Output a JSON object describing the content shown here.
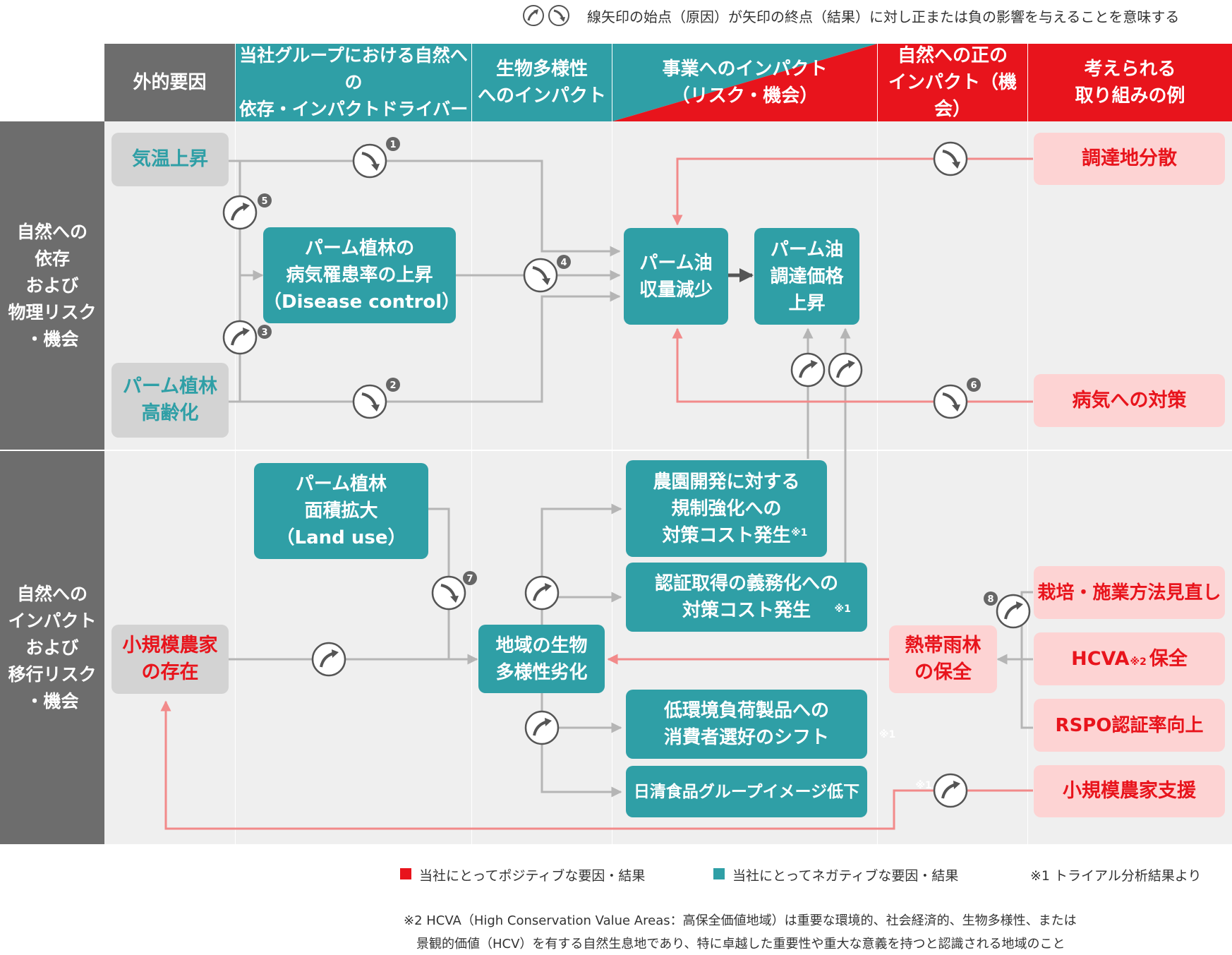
{
  "top_legend": {
    "text": "線矢印の始点（原因）が矢印の終点（結果）に対し正または負の影響を与えることを意味する",
    "icons": [
      "positive-arrow-icon",
      "negative-arrow-icon"
    ]
  },
  "headers": [
    "外的要因",
    "当社グループにおける自然への\n依存・インパクトドライバー",
    "生物多様性\nへのインパクト",
    "事業へのインパクト\n（リスク・機会）",
    "自然への正の\nインパクト（機会）",
    "考えられる\n取り組みの例"
  ],
  "row_labels": [
    "自然への\n依存\nおよび\n物理リスク\n・機会",
    "自然への\nインパクト\nおよび\n移行リスク\n・機会"
  ],
  "boxes": {
    "temp_rise": "気温上昇",
    "palm_aging": "パーム植林\n高齢化",
    "disease": "パーム植林の\n病気罹患率の上昇\n（Disease control）",
    "yield_down": "パーム油\n収量減少",
    "price_up": "パーム油\n調達価格\n上昇",
    "area_expand": "パーム植林\n面積拡大\n（Land use）",
    "smallholder": "小規模農家\nの存在",
    "bio_degrade": "地域の生物\n多様性劣化",
    "reg_cost": "農園開発に対する\n規制強化への\n対策コスト発生",
    "cert_cost": "認証取得の義務化への\n対策コスト発生",
    "consumer_shift": "低環境負荷製品への\n消費者選好のシフト",
    "image_down": "日清食品グループイメージ低下",
    "rainforest": "熱帯雨林\nの保全",
    "sourcing": "調達地分散",
    "disease_measure": "病気への対策",
    "cultivation": "栽培・施業方法見直し",
    "hcva_a": "HCVA",
    "hcva_b": "保全",
    "rspo": "RSPO認証率向上",
    "smallholder_support": "小規模農家支援"
  },
  "superscripts": {
    "note1": "※1",
    "note2": "※2"
  },
  "numbers": [
    "1",
    "2",
    "3",
    "4",
    "5",
    "6",
    "7",
    "8"
  ],
  "bottom_legend": {
    "positive": "当社にとってポジティブな要因・結果",
    "negative": "当社にとってネガティブな要因・結果",
    "note1": "※1 トライアル分析結果より",
    "note2_line1": "※2 HCVA（High Conservation Value Areas：高保全価値地域）は重要な環境的、社会経済的、生物多様性、または",
    "note2_line2": "景観的価値（HCV）を有する自然生息地であり、特に卓越した重要性や重大な意義を持つと認識される地域のこと"
  },
  "colors": {
    "teal": "#2f9fa6",
    "red": "#e8141c",
    "pink": "#fdd3d3",
    "gray_box": "#d3d3d3",
    "header_gray": "#6d6d6d",
    "panel": "#efefef",
    "arrow_gray": "#b5b5b5",
    "arrow_pink": "#f28a8a"
  }
}
